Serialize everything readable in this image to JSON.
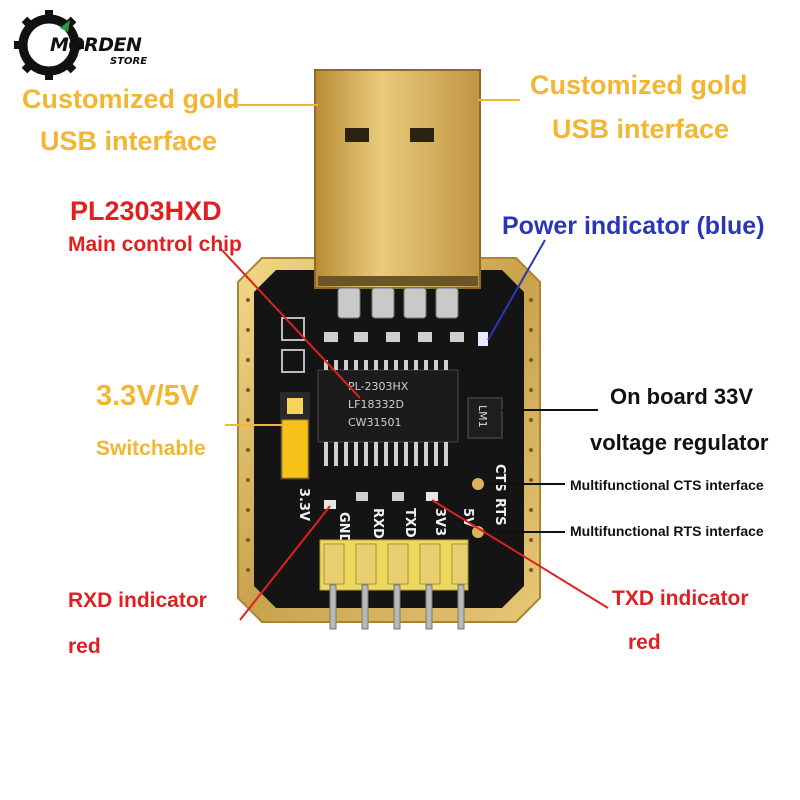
{
  "logo": {
    "brand": "MORDEN",
    "sub": "STORE"
  },
  "labels": {
    "usb_left_line1": "Customized gold",
    "usb_left_line2": "USB interface",
    "usb_right_line1": "Customized gold",
    "usb_right_line2": "USB interface",
    "chip_title": "PL2303HXD",
    "chip_sub": "Main control chip",
    "power_indicator": "Power indicator (blue)",
    "voltage_title": "3.3V/5V",
    "voltage_sub": "Switchable",
    "regulator_line1": "On board 33V",
    "regulator_line2": "voltage regulator",
    "cts": "Multifunctional CTS interface",
    "rts": "Multifunctional RTS interface",
    "rxd_line1": "RXD indicator",
    "rxd_line2": "red",
    "txd_line1": "TXD indicator",
    "txd_line2": "red"
  },
  "board": {
    "chip_line1": "PL-2303HX",
    "chip_line2": "LF18332D",
    "chip_line3": "CW31501",
    "reg_mark": "LM1",
    "silk_cts": "CTS",
    "silk_rts": "RTS",
    "silk_33v": "3.3V",
    "pin_gnd": "GND",
    "pin_rxd": "RXD",
    "pin_txd": "TXD",
    "pin_3v3": "3V3",
    "pin_5v": "5V"
  },
  "colors": {
    "gold_label": "#f2b632",
    "red_label": "#e02020",
    "blue_label": "#2a36b8",
    "pcb": "#141414",
    "gold_plating": "#d9b25a"
  }
}
